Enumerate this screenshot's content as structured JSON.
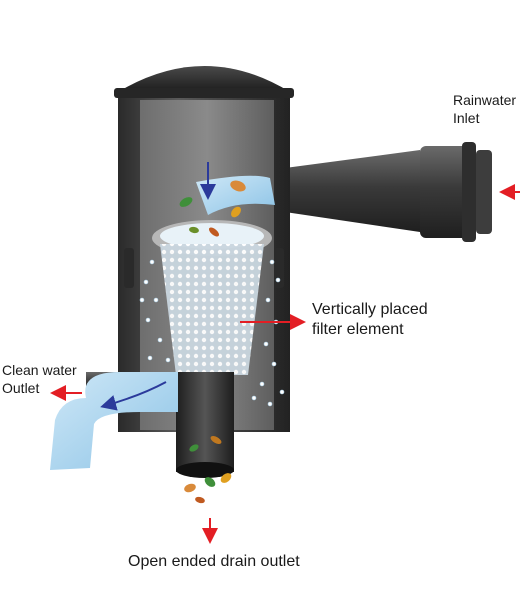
{
  "labels": {
    "rainwater_inlet": [
      "Rainwater",
      "Inlet"
    ],
    "filter_element": [
      "Vertically placed",
      "filter element"
    ],
    "clean_water_outlet": [
      "Clean water",
      "Outlet"
    ],
    "drain_outlet": "Open ended drain outlet"
  },
  "colors": {
    "arrow": "#e31e24",
    "flow_arrow": "#2b3a9b",
    "housing": "#3a3a3a",
    "water": "#a9d4ee"
  }
}
